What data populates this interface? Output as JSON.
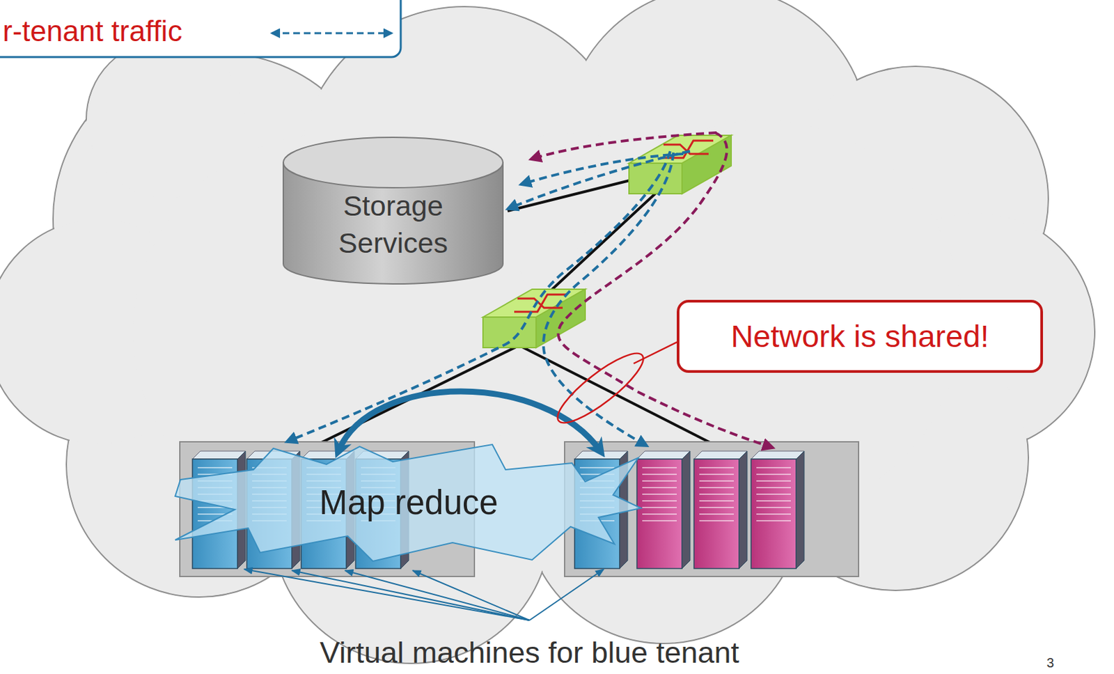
{
  "diagram": {
    "nodes": [
      {
        "text": [
          "Storage Services"
        ]
      },
      {
        "text": [
          "Map reduce"
        ]
      },
      {
        "text": [
          "Network is shared!"
        ]
      }
    ],
    "labels": [
      "Virtual machines for blue tenant",
      "3"
    ],
    "legend": [
      {
        "text": "r-tenant traffic"
      }
    ]
  }
}
